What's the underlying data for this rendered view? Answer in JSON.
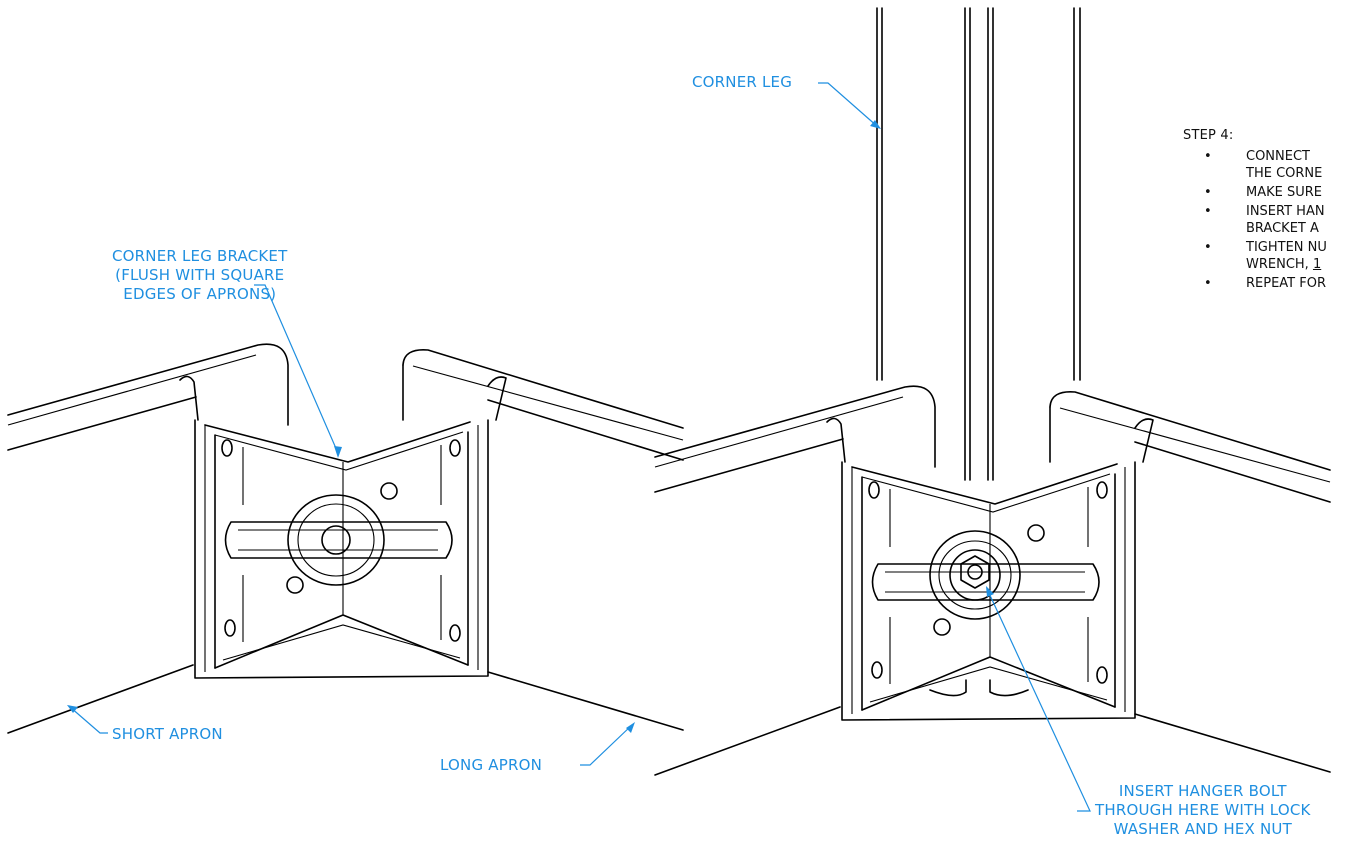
{
  "callouts": {
    "corner_leg_bracket": [
      "CORNER LEG BRACKET",
      "(FLUSH WITH SQUARE",
      "EDGES OF APRONS)"
    ],
    "short_apron": "SHORT APRON",
    "long_apron": "LONG APRON",
    "corner_leg": "CORNER LEG",
    "insert_hanger_bolt": [
      "INSERT HANGER BOLT",
      "THROUGH HERE WITH LOCK",
      "WASHER AND HEX NUT"
    ]
  },
  "instructions": {
    "step_title": "STEP 4:",
    "items": [
      [
        "CONNECT",
        "THE CORNE"
      ],
      [
        "MAKE SURE"
      ],
      [
        "INSERT HAN",
        "BRACKET A"
      ],
      [
        "TIGHTEN NU",
        "WRENCH, ",
        "1"
      ],
      [
        "REPEAT FOR"
      ]
    ]
  },
  "colors": {
    "callout_blue": "#1f8fe0",
    "line_black": "#000000"
  }
}
